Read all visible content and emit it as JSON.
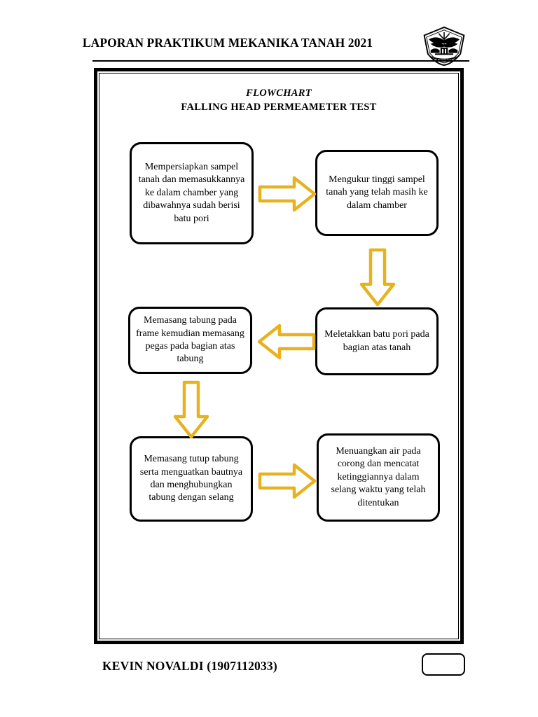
{
  "header": {
    "title": "LAPORAN PRAKTIKUM MEKANIKA TANAH 2021",
    "logo_icon": "universitas-riau-shield-logo"
  },
  "flowchart": {
    "title_line_1": "FLOWCHART",
    "title_line_2": "FALLING HEAD PERMEAMETER TEST",
    "box_border_color": "#000000",
    "arrow_color": "#E8B11E",
    "steps": [
      {
        "id": "step-1",
        "text": "Mempersiapkan sampel tanah dan memasukkannya ke dalam chamber yang dibawahnya sudah berisi batu pori"
      },
      {
        "id": "step-2",
        "text": "Mengukur tinggi sampel tanah yang telah masih  ke dalam chamber"
      },
      {
        "id": "step-3",
        "text": "Meletakkan batu pori pada bagian atas tanah"
      },
      {
        "id": "step-4",
        "text": "Memasang tabung pada frame kemudian memasang pegas pada bagian atas tabung"
      },
      {
        "id": "step-5",
        "text": "Memasang tutup tabung serta menguatkan bautnya dan menghubungkan tabung dengan selang"
      },
      {
        "id": "step-6",
        "text": "Menuangkan air pada corong dan mencatat ketinggiannya dalam selang waktu yang telah ditentukan"
      }
    ],
    "connectors": [
      {
        "id": "arrow-1",
        "from": "step-1",
        "to": "step-2",
        "direction": "right"
      },
      {
        "id": "arrow-2",
        "from": "step-2",
        "to": "step-3",
        "direction": "down"
      },
      {
        "id": "arrow-3",
        "from": "step-3",
        "to": "step-4",
        "direction": "left"
      },
      {
        "id": "arrow-4",
        "from": "step-4",
        "to": "step-5",
        "direction": "down"
      },
      {
        "id": "arrow-5",
        "from": "step-5",
        "to": "step-6",
        "direction": "right"
      }
    ]
  },
  "footer": {
    "name": "KEVIN NOVALDI (1907112033)",
    "page_box_label": ""
  }
}
